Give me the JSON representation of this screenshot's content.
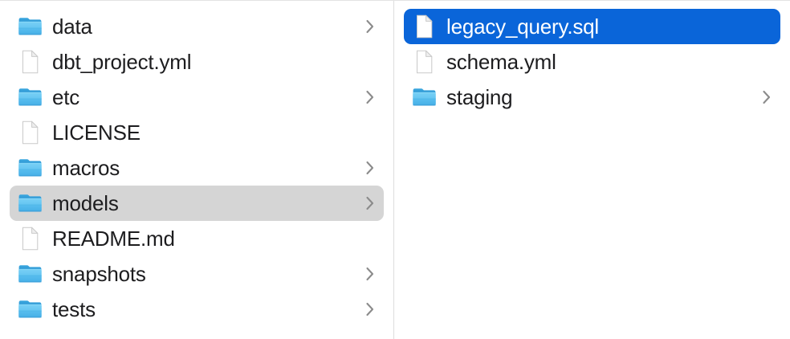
{
  "window": {
    "view_mode": "column",
    "accent_color": "#0a65d9",
    "inactive_selection_color": "#d5d5d5",
    "folder_icon_color": "#54bdf0",
    "file_icon_color": "#ffffff",
    "text_color": "#1d1d1f",
    "divider_color": "#dedede"
  },
  "columns": [
    {
      "name": "parent-column",
      "items": [
        {
          "label": "data",
          "icon": "folder-icon",
          "has_chevron": true,
          "selected": false,
          "selection_state": "none"
        },
        {
          "label": "dbt_project.yml",
          "icon": "file-icon",
          "has_chevron": false,
          "selected": false,
          "selection_state": "none"
        },
        {
          "label": "etc",
          "icon": "folder-icon",
          "has_chevron": true,
          "selected": false,
          "selection_state": "none"
        },
        {
          "label": "LICENSE",
          "icon": "file-icon",
          "has_chevron": false,
          "selected": false,
          "selection_state": "none"
        },
        {
          "label": "macros",
          "icon": "folder-icon",
          "has_chevron": true,
          "selected": false,
          "selection_state": "none"
        },
        {
          "label": "models",
          "icon": "folder-icon",
          "has_chevron": true,
          "selected": true,
          "selection_state": "inactive"
        },
        {
          "label": "README.md",
          "icon": "file-icon",
          "has_chevron": false,
          "selected": false,
          "selection_state": "none"
        },
        {
          "label": "snapshots",
          "icon": "folder-icon",
          "has_chevron": true,
          "selected": false,
          "selection_state": "none"
        },
        {
          "label": "tests",
          "icon": "folder-icon",
          "has_chevron": true,
          "selected": false,
          "selection_state": "none"
        }
      ]
    },
    {
      "name": "child-column",
      "items": [
        {
          "label": "legacy_query.sql",
          "icon": "file-icon",
          "has_chevron": false,
          "selected": true,
          "selection_state": "active"
        },
        {
          "label": "schema.yml",
          "icon": "file-icon",
          "has_chevron": false,
          "selected": false,
          "selection_state": "none"
        },
        {
          "label": "staging",
          "icon": "folder-icon",
          "has_chevron": true,
          "selected": false,
          "selection_state": "none"
        }
      ]
    }
  ]
}
